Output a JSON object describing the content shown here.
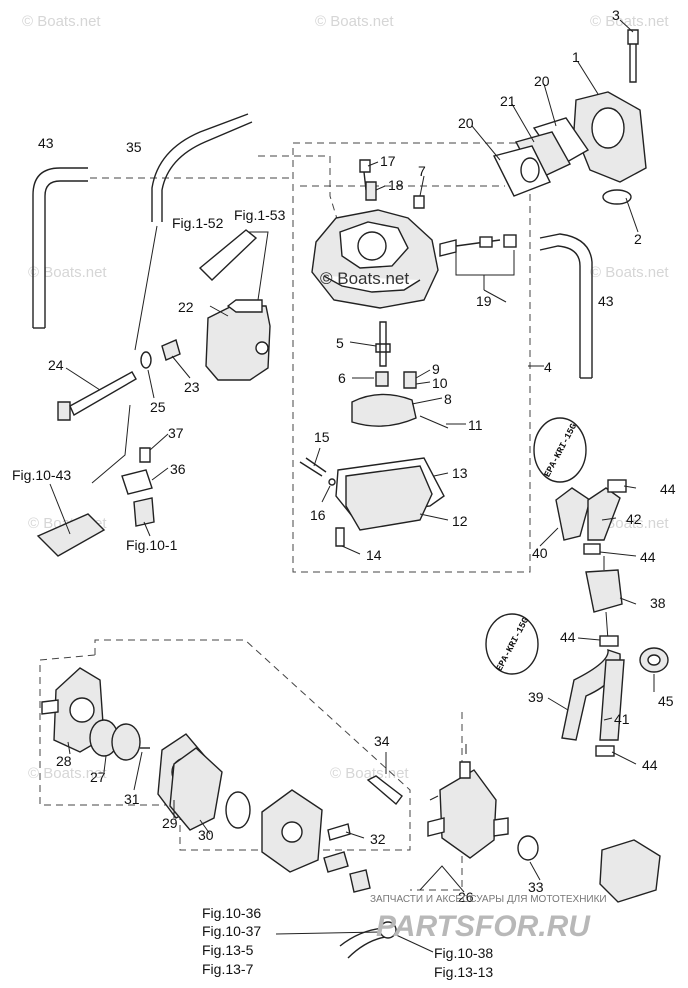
{
  "watermarks": [
    "© Boats.net",
    "© Boats.net",
    "© Boats.net",
    "© Boats.net",
    "© Boats.net",
    "© Boats.net",
    "© Boats.net",
    "© Boats.net",
    "© Boats.net"
  ],
  "center_watermark": "© Boats.net",
  "callouts": {
    "n1": "1",
    "n2": "2",
    "n3": "3",
    "n4": "4",
    "n5": "5",
    "n6": "6",
    "n7": "7",
    "n8": "8",
    "n9": "9",
    "n10": "10",
    "n11": "11",
    "n12": "12",
    "n13": "13",
    "n14": "14",
    "n15": "15",
    "n16": "16",
    "n17": "17",
    "n18": "18",
    "n19": "19",
    "n20a": "20",
    "n20b": "20",
    "n21": "21",
    "n22": "22",
    "n23": "23",
    "n24": "24",
    "n25": "25",
    "n26": "26",
    "n27": "27",
    "n28": "28",
    "n29": "29",
    "n30": "30",
    "n31": "31",
    "n32": "32",
    "n33": "33",
    "n34": "34",
    "n35": "35",
    "n36": "36",
    "n37": "37",
    "n38": "38",
    "n39": "39",
    "n40": "40",
    "n41": "41",
    "n42": "42",
    "n43a": "43",
    "n43b": "43",
    "n44a": "44",
    "n44b": "44",
    "n44c": "44",
    "n44d": "44",
    "n45": "45"
  },
  "figure_refs": {
    "fig1_52": "Fig.1-52",
    "fig1_53": "Fig.1-53",
    "fig10_43": "Fig.10-43",
    "fig10_1": "Fig.10-1",
    "fig10_36": "Fig.10-36",
    "fig10_37": "Fig.10-37",
    "fig13_5": "Fig.13-5",
    "fig13_7": "Fig.13-7",
    "fig10_38": "Fig.10-38",
    "fig13_13": "Fig.13-13"
  },
  "epa_tags": [
    "EPA-KRI-15G",
    "EPA-KRI-15G"
  ],
  "branding": {
    "tagline": "ЗАПЧАСТИ И АКСЕССУАРЫ ДЛЯ МОТОТЕХНИКИ",
    "logo": "PARTSFOR.RU"
  }
}
